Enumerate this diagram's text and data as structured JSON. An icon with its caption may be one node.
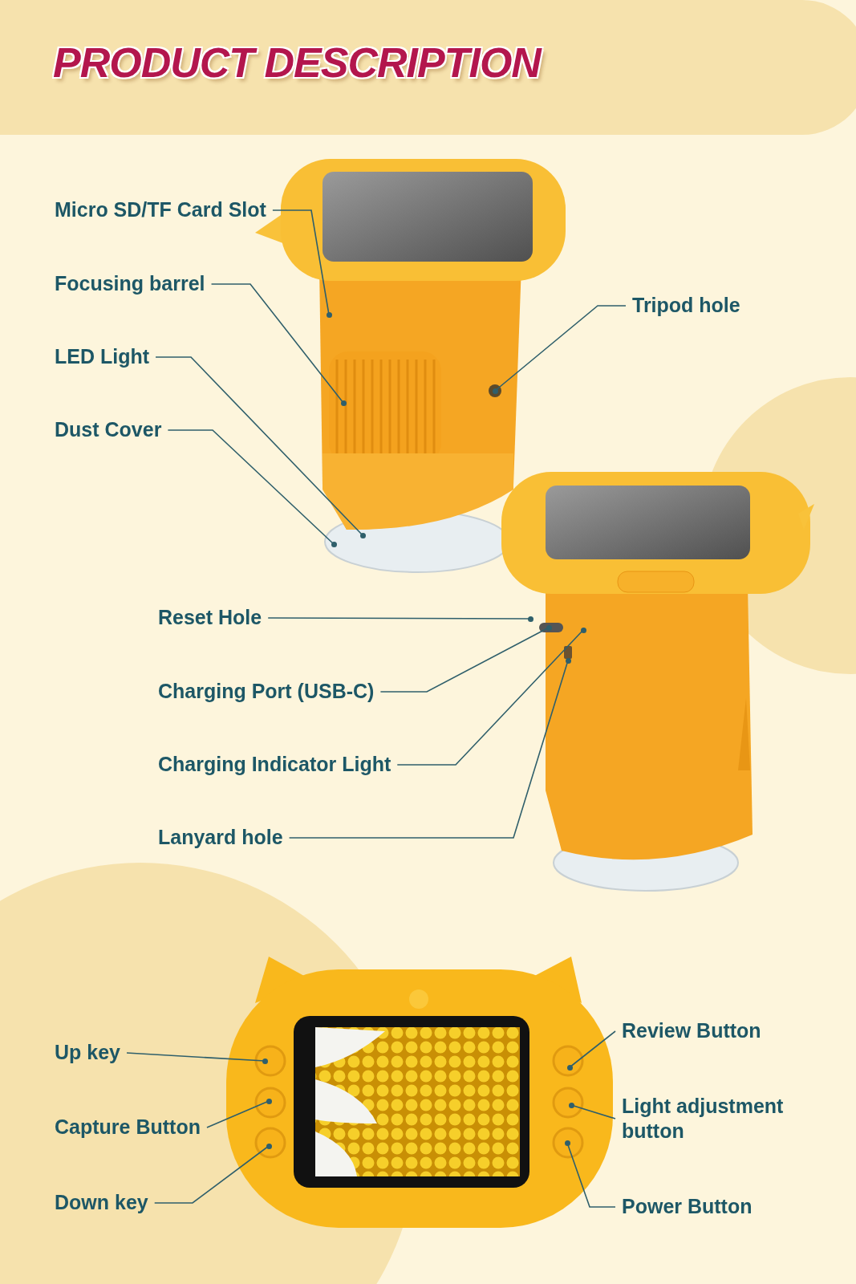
{
  "diagram": {
    "title": "PRODUCT DESCRIPTION",
    "nodes": [
      {
        "text": [
          "Micro SD/TF Card Slot"
        ]
      },
      {
        "text": [
          "Focusing barrel"
        ]
      },
      {
        "text": [
          "Tripod hole"
        ]
      },
      {
        "text": [
          "LED Light"
        ]
      },
      {
        "text": [
          "Dust Cover"
        ]
      },
      {
        "text": [
          "Reset Hole"
        ]
      },
      {
        "text": [
          "Charging Port (USB-C)"
        ]
      },
      {
        "text": [
          "Charging Indicator Light"
        ]
      },
      {
        "text": [
          "Lanyard hole"
        ]
      },
      {
        "text": [
          "Review Button"
        ]
      },
      {
        "text": [
          "Up key"
        ]
      },
      {
        "text": [
          "Light adjustment button"
        ]
      },
      {
        "text": [
          "Capture Button"
        ]
      },
      {
        "text": [
          "Down key"
        ]
      },
      {
        "text": [
          "Power Button"
        ]
      },
      {
        "text": [],
        "shape": "circle"
      },
      {
        "text": [],
        "shape": "circle"
      },
      {
        "text": [],
        "shape": "circle"
      },
      {
        "text": [],
        "shape": "circle"
      },
      {
        "text": [],
        "shape": "circle"
      },
      {
        "text": [],
        "shape": "circle"
      },
      {
        "text": [],
        "shape": "circle"
      },
      {
        "text": [],
        "shape": "circle"
      },
      {
        "text": [],
        "shape": "circle"
      },
      {
        "text": [],
        "shape": "circle"
      },
      {
        "text": [],
        "shape": "circle"
      },
      {
        "text": [],
        "shape": "circle"
      },
      {
        "text": [],
        "shape": "circle"
      },
      {
        "text": [],
        "shape": "circle"
      },
      {
        "text": [],
        "shape": "circle"
      }
    ],
    "edges": [
      {
        "from": 0,
        "to": 15,
        "arrow": "none"
      },
      {
        "from": 1,
        "to": 16,
        "arrow": "none"
      },
      {
        "from": 2,
        "to": 17,
        "arrow": "none"
      },
      {
        "from": 3,
        "to": 18,
        "arrow": "none"
      },
      {
        "from": 4,
        "to": 19,
        "arrow": "none"
      },
      {
        "from": 5,
        "to": 20,
        "arrow": "none"
      },
      {
        "from": 6,
        "to": 21,
        "arrow": "none"
      },
      {
        "from": 7,
        "to": 22,
        "arrow": "none"
      },
      {
        "from": 8,
        "to": 23,
        "arrow": "none"
      },
      {
        "from": 9,
        "to": 24,
        "arrow": "none"
      },
      {
        "from": 10,
        "to": 25,
        "arrow": "none"
      },
      {
        "from": 11,
        "to": 26,
        "arrow": "none"
      },
      {
        "from": 12,
        "to": 27,
        "arrow": "none"
      },
      {
        "from": 13,
        "to": 28,
        "arrow": "none"
      },
      {
        "from": 14,
        "to": 29,
        "arrow": "none"
      }
    ]
  }
}
